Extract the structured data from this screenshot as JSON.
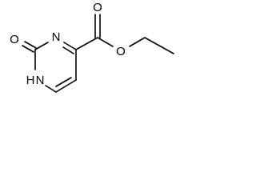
{
  "molecule": {
    "atoms": {
      "o_ketone": "O",
      "n_ring_upper": "N",
      "n_ring_lower": "N",
      "h_ring_lower": "H",
      "o_carbonyl": "O",
      "o_ester": "O"
    },
    "colors": {
      "bond": "#000000",
      "label": "#000000",
      "background": "#ffffff"
    }
  }
}
